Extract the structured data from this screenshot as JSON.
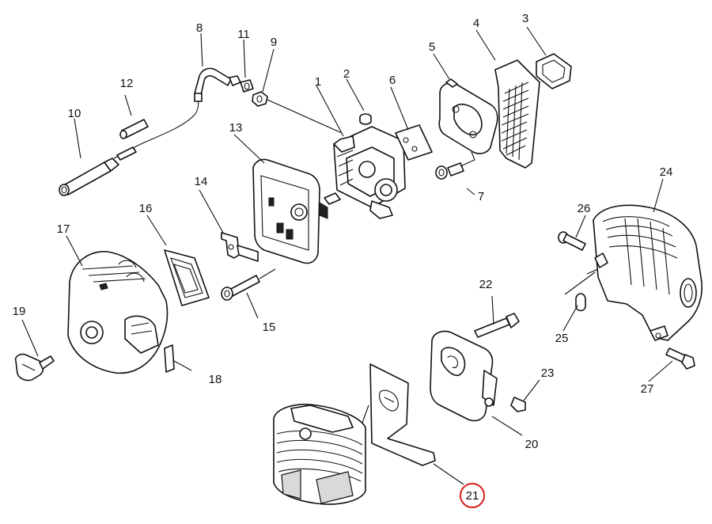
{
  "labels": {
    "p1": "1",
    "p2": "2",
    "p3": "3",
    "p4": "4",
    "p5": "5",
    "p6": "6",
    "p7": "7",
    "p8": "8",
    "p9": "9",
    "p10": "10",
    "p11": "11",
    "p12": "12",
    "p13": "13",
    "p14": "14",
    "p15": "15",
    "p16": "16",
    "p17": "17",
    "p18": "18",
    "p19": "19",
    "p20": "20",
    "p21": "21",
    "p22": "22",
    "p23": "23",
    "p24": "24",
    "p25": "25",
    "p26": "26",
    "p27": "27"
  },
  "highlight": {
    "part": "21",
    "color": "#d42020"
  }
}
